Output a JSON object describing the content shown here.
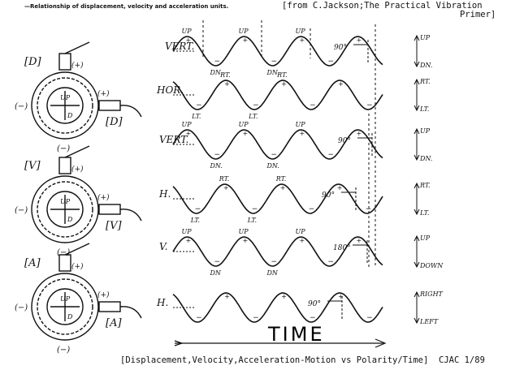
{
  "header": {
    "title": "—Relationship of displacement, velocity and acceleration units.",
    "source_line1": "[from C.Jackson;The Practical Vibration",
    "source_line2": "Primer]"
  },
  "rows": [
    {
      "label": "VERT.",
      "peaks": [
        "UP",
        "UP",
        "UP"
      ],
      "troughs": [
        "DN.",
        "DN."
      ],
      "phase": "90°",
      "legend_top": "UP",
      "legend_bottom": "DN."
    },
    {
      "label": "HOR.",
      "peaks": [
        "RT.",
        "RT."
      ],
      "troughs": [
        "LT.",
        "LT."
      ],
      "phase": "",
      "legend_top": "RT.",
      "legend_bottom": "LT."
    },
    {
      "label": "VERT.",
      "peaks": [
        "UP",
        "UP",
        "UP"
      ],
      "troughs": [
        "DN.",
        "DN."
      ],
      "phase": "90°",
      "legend_top": "UP",
      "legend_bottom": "DN."
    },
    {
      "label": "H.",
      "peaks": [
        "RT.",
        "RT."
      ],
      "troughs": [
        "LT.",
        "LT."
      ],
      "phase": "90°",
      "legend_top": "RT.",
      "legend_bottom": "LT."
    },
    {
      "label": "V.",
      "peaks": [
        "UP",
        "UP",
        "UP"
      ],
      "troughs": [
        "DN",
        "DN"
      ],
      "phase": "180°",
      "legend_top": "UP",
      "legend_bottom": "DOWN"
    },
    {
      "label": "H.",
      "peaks": [],
      "troughs": [],
      "phase": "90°",
      "legend_top": "RIGHT",
      "legend_bottom": "LEFT"
    }
  ],
  "sensors": [
    {
      "tag": "[D]",
      "tag2": "[D]",
      "plus": "(+)",
      "minus": "(−)",
      "up": "UP",
      "d": "D"
    },
    {
      "tag": "[V]",
      "tag2": "[V]",
      "plus": "(+)",
      "minus": "(−)",
      "up": "UP",
      "d": "D"
    },
    {
      "tag": "[A]",
      "tag2": "[A]",
      "plus": "(+)",
      "minus": "(−)",
      "up": "UP",
      "d": "D"
    }
  ],
  "time_label": "TIME",
  "footer": {
    "caption": "[Displacement,Velocity,Acceleration-Motion vs Polarity/Time]",
    "code": "CJAC 1/89"
  }
}
